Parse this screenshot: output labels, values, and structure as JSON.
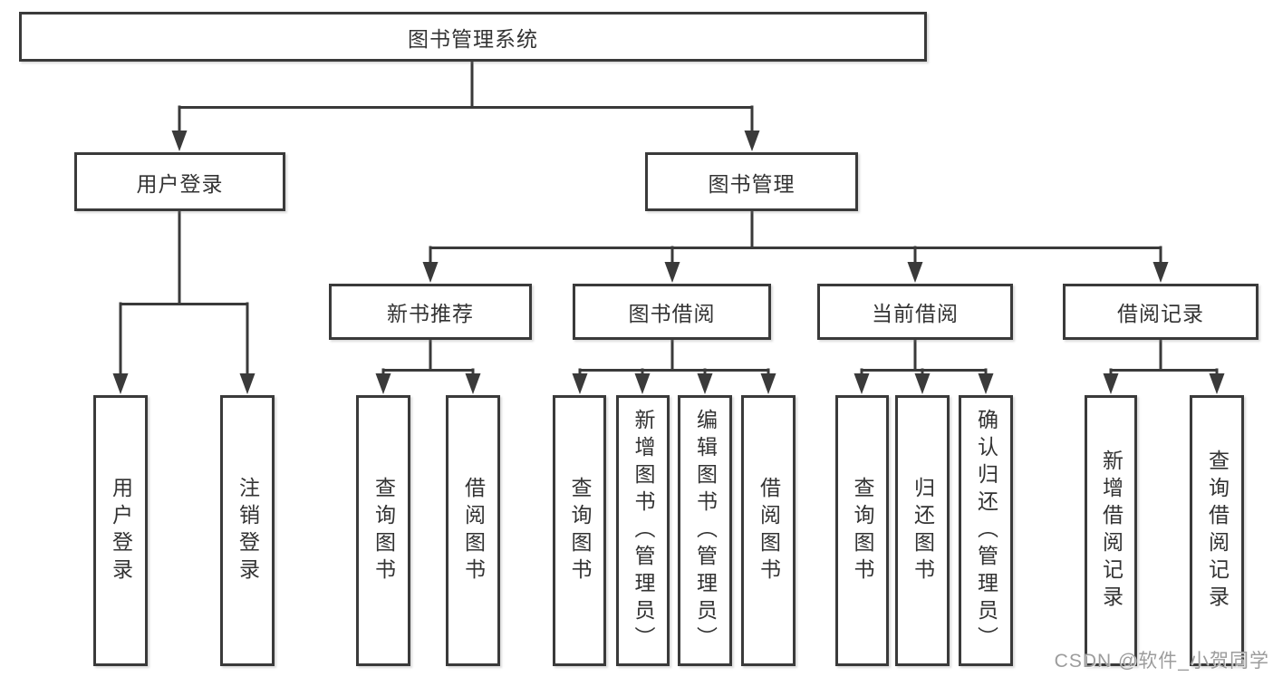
{
  "nodes": {
    "root": "图书管理系统",
    "level2": [
      "用户登录",
      "图书管理"
    ],
    "level3": [
      "新书推荐",
      "图书借阅",
      "当前借阅",
      "借阅记录"
    ],
    "leaves": [
      "用户登录",
      "注销登录",
      "查询图书",
      "借阅图书",
      "查询图书",
      "新增图书（管理员）",
      "编辑图书（管理员）",
      "借阅图书",
      "查询图书",
      "归还图书",
      "确认归还（管理员）",
      "新增借阅记录",
      "查询借阅记录"
    ]
  },
  "watermark": "CSDN @软件_小贺同学",
  "colors": {
    "line": "#3a3a3a",
    "text": "#333333",
    "watermark": "#9c9c9c",
    "background": "#ffffff"
  }
}
